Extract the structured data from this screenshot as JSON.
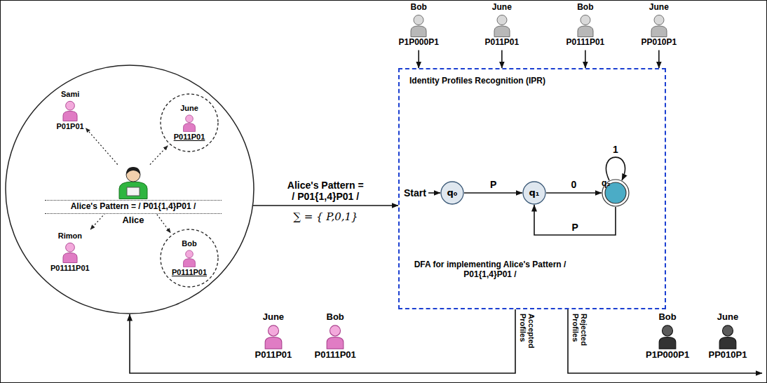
{
  "diagram": {
    "nodes": [
      {
        "text": [
          "Bob",
          "P1P000P1"
        ]
      },
      {
        "text": [
          "June",
          "P011P01"
        ]
      },
      {
        "text": [
          "Bob",
          "P0111P01"
        ]
      },
      {
        "text": [
          "June",
          "PP010P1"
        ]
      },
      {
        "text": []
      },
      {
        "text": [
          "Sami",
          "P01P01"
        ],
        "in": 4
      },
      {
        "text": [
          "June",
          "P011P01"
        ],
        "in": 4
      },
      {
        "text": [
          "Alice's Pattern = / P01{1,4}P01 /",
          "Alice"
        ],
        "in": 4
      },
      {
        "text": [
          "Rimon",
          "P01111P01"
        ],
        "in": 4
      },
      {
        "text": [
          "Bob",
          "P0111P01"
        ],
        "in": 4
      },
      {
        "text": [
          "Identity Profiles Recognition (IPR)",
          "DFA for implementing Alice's Pattern / P01{1,4}P01 /"
        ]
      },
      {
        "text": [
          "q₀"
        ],
        "in": 10
      },
      {
        "text": [
          "q₁"
        ],
        "in": 10
      },
      {
        "text": [
          "q₂"
        ],
        "in": 10
      },
      {
        "text": [
          "June",
          "P011P01"
        ]
      },
      {
        "text": [
          "Bob",
          "P0111P01"
        ]
      },
      {
        "text": [
          "Bob",
          "P1P000P1"
        ]
      },
      {
        "text": [
          "June",
          "PP010P1"
        ]
      }
    ],
    "edges": [
      {
        "from": 0,
        "to": 10,
        "arrow": "to"
      },
      {
        "from": 1,
        "to": 10,
        "arrow": "to"
      },
      {
        "from": 2,
        "to": 10,
        "arrow": "to"
      },
      {
        "from": 3,
        "to": 10,
        "arrow": "to"
      },
      {
        "from": 4,
        "to": 10,
        "label": "Alice's Pattern = / P01{1,4}P01 /",
        "arrow": "to"
      },
      {
        "from": 7,
        "to": 5,
        "arrow": "to"
      },
      {
        "from": 7,
        "to": 6,
        "arrow": "to"
      },
      {
        "from": 7,
        "to": 8,
        "arrow": "to"
      },
      {
        "from": 7,
        "to": 9,
        "arrow": "to"
      },
      {
        "from": 11,
        "to": 12,
        "label": "P",
        "arrow": "to"
      },
      {
        "from": 12,
        "to": 13,
        "label": "0",
        "arrow": "to"
      },
      {
        "from": 13,
        "to": 13,
        "label": "1",
        "arrow": "to"
      },
      {
        "from": 13,
        "to": 12,
        "label": "P",
        "arrow": "to"
      },
      {
        "from": 10,
        "to": 4,
        "label": "Accepted Profiles",
        "arrow": "to"
      }
    ],
    "labels": [
      "∑ = { P,0,1}",
      "Start",
      "Rejected Profiles"
    ]
  }
}
